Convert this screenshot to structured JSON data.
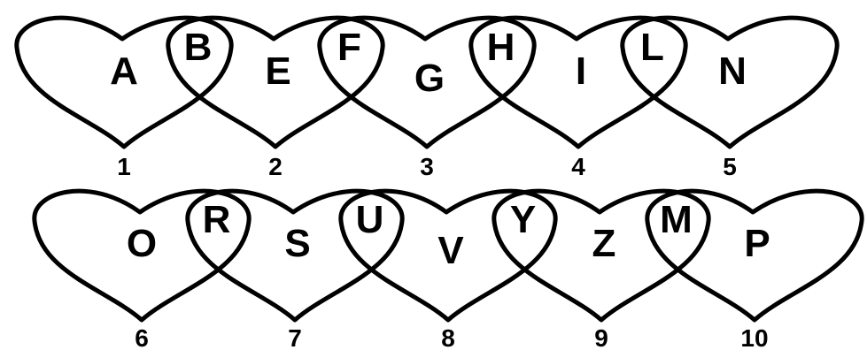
{
  "rows": [
    {
      "hearts": [
        {
          "number": "1",
          "only": "A",
          "overlap": "B"
        },
        {
          "number": "2",
          "only": "E",
          "overlap": "F"
        },
        {
          "number": "3",
          "only": "G",
          "overlap": "H"
        },
        {
          "number": "4",
          "only": "I",
          "overlap": "L"
        },
        {
          "number": "5",
          "only": "N",
          "overlap": ""
        }
      ]
    },
    {
      "hearts": [
        {
          "number": "6",
          "only": "O",
          "overlap": "R"
        },
        {
          "number": "7",
          "only": "S",
          "overlap": "U"
        },
        {
          "number": "8",
          "only": "V",
          "overlap": "Y"
        },
        {
          "number": "9",
          "only": "Z",
          "overlap": "M"
        },
        {
          "number": "10",
          "only": "P",
          "overlap": ""
        }
      ]
    }
  ],
  "colors": {
    "stroke": "#000000",
    "background": "#ffffff"
  }
}
